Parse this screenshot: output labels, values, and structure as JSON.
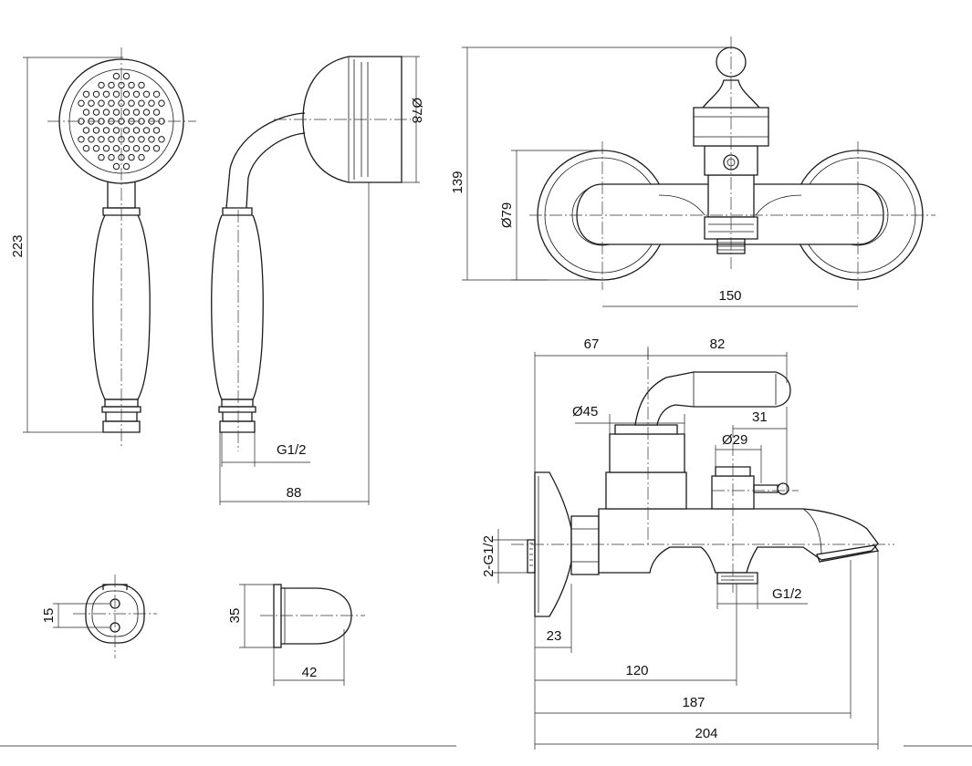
{
  "handshower": {
    "height_label": "223",
    "head_diameter_label": "Ø78",
    "depth_label": "88",
    "thread_label": "G1/2"
  },
  "holder": {
    "hole_spacing_label": "15",
    "height_label": "35",
    "depth_label": "42"
  },
  "front_view": {
    "height_label": "139",
    "flange_diameter_label": "Ø79",
    "centers_label": "150"
  },
  "side_view": {
    "lever_offset_label": "67",
    "lever_length_label": "82",
    "body_diameter_label": "Ø45",
    "knob_offset_label": "31",
    "knob_diameter_label": "Ø29",
    "inlet_thread_label": "2-G1/2",
    "outlet_thread_label": "G1/2",
    "wall_depth_label": "23",
    "outlet_reach_label": "120",
    "spout_reach_label": "187",
    "total_length_label": "204"
  },
  "colors": {
    "line": "#1a1a1a",
    "background": "#ffffff"
  }
}
